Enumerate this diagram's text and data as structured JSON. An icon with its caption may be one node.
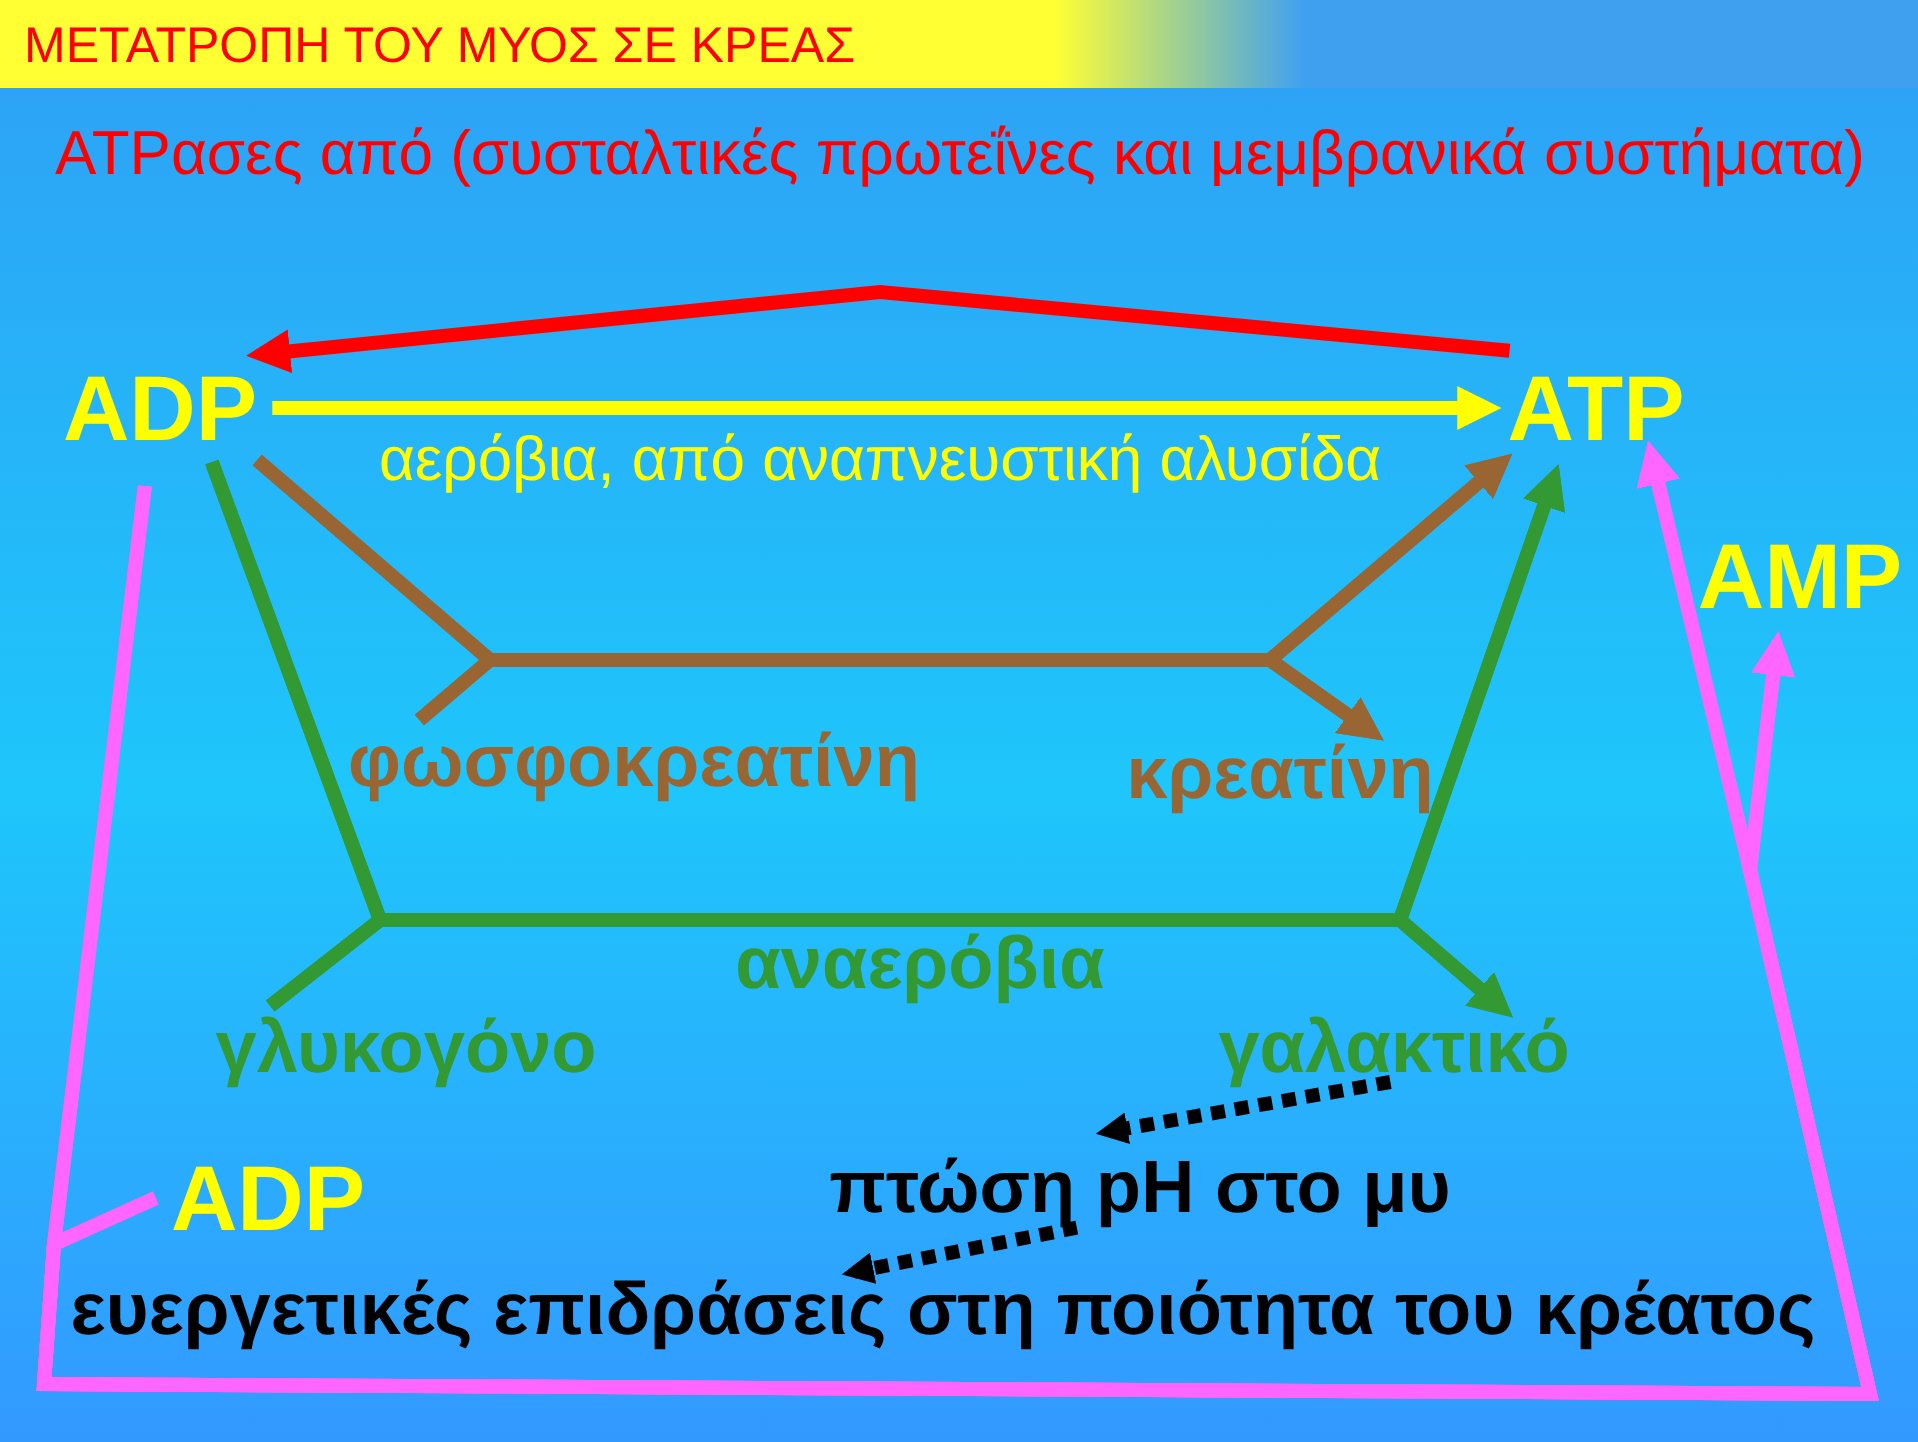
{
  "diagram": {
    "title": "ΜΕΤΑΤΡΟΠΗ ΤΟΥ ΜΥΟΣ ΣΕ ΚΡΕΑΣ",
    "nodes": [
      {
        "text": [
          "ADP"
        ]
      },
      {
        "text": [
          "ATP"
        ]
      },
      {
        "text": [
          "AMP"
        ]
      },
      {
        "text": [
          "φωσφοκρεατίνη"
        ]
      },
      {
        "text": [
          "κρεατίνη"
        ]
      },
      {
        "text": [
          "γλυκογόνο"
        ]
      },
      {
        "text": [
          "γαλακτικό"
        ]
      },
      {
        "text": [
          "ADP"
        ]
      },
      {
        "text": [
          "πτώση pH στο μυ"
        ]
      },
      {
        "text": [
          "ευεργετικές επιδράσεις στη ποιότητα του κρέατος"
        ]
      }
    ],
    "edges": [
      {
        "from": 1,
        "to": 0,
        "arrow": "to",
        "label": "ATPασες από (συσταλτικές πρωτεΐνες και μεμβρανικά συστήματα)",
        "color": "#ff0000"
      },
      {
        "from": 0,
        "to": 1,
        "arrow": "to",
        "label": "αερόβια, από αναπνευστική αλυσίδα",
        "color": "#ffff00"
      },
      {
        "from": 0,
        "to": 1,
        "arrow": "to",
        "color": "#996633"
      },
      {
        "from": 0,
        "to": 4,
        "arrow": "to",
        "color": "#996633"
      },
      {
        "from": 3,
        "to": 1,
        "arrow": "to",
        "color": "#996633"
      },
      {
        "from": 3,
        "to": 4,
        "arrow": "to",
        "color": "#996633"
      },
      {
        "from": 0,
        "to": 1,
        "arrow": "to",
        "label": "αναερόβια",
        "color": "#339933"
      },
      {
        "from": 0,
        "to": 6,
        "arrow": "to",
        "color": "#339933"
      },
      {
        "from": 5,
        "to": 1,
        "arrow": "to",
        "color": "#339933"
      },
      {
        "from": 5,
        "to": 6,
        "arrow": "to",
        "color": "#339933"
      },
      {
        "from": 0,
        "to": 1,
        "arrow": "to",
        "color": "#ff66ff"
      },
      {
        "from": 0,
        "to": 2,
        "arrow": "to",
        "color": "#ff66ff"
      },
      {
        "from": 7,
        "to": 1,
        "arrow": "to",
        "color": "#ff66ff"
      },
      {
        "from": 7,
        "to": 2,
        "arrow": "to",
        "color": "#ff66ff"
      },
      {
        "from": 6,
        "to": 8,
        "arrow": "to",
        "style": "dashed",
        "color": "#000000"
      },
      {
        "from": 8,
        "to": 9,
        "arrow": "to",
        "style": "dashed",
        "color": "#000000"
      }
    ]
  }
}
